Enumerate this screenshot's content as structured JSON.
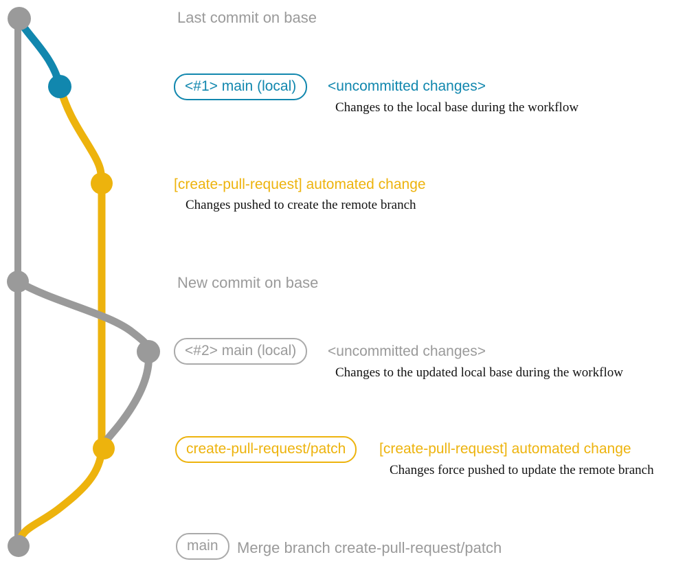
{
  "colors": {
    "gray": "#9a9a9a",
    "gray_text": "#9a9a9a",
    "gray_border": "#aaaaaa",
    "blue": "#1187ae",
    "yellow": "#edb30d",
    "note": "#121212",
    "background": "#ffffff"
  },
  "rows": {
    "r1": {
      "label": "Last commit on base"
    },
    "r2": {
      "badge": "<#1> main (local)",
      "tag": "<uncommitted changes>",
      "note": "Changes to the local base during the workflow"
    },
    "r3": {
      "title": "[create-pull-request] automated change",
      "note": "Changes pushed to create the remote branch"
    },
    "r4": {
      "label": "New commit on base"
    },
    "r5": {
      "badge": "<#2> main (local)",
      "tag": "<uncommitted changes>",
      "note": "Changes to the updated local base during the workflow"
    },
    "r6": {
      "badge": "create-pull-request/patch",
      "title": "[create-pull-request] automated change",
      "note": "Changes force pushed to update the remote branch"
    },
    "r7": {
      "badge": "main",
      "label": "Merge branch create-pull-request/patch"
    }
  },
  "graph": {
    "branch_colors": {
      "base": "#9a9a9a",
      "local": "#1187ae",
      "patch": "#edb30d"
    },
    "commits": [
      {
        "name": "last-commit-on-base",
        "color": "gray"
      },
      {
        "name": "local-uncommitted-1",
        "color": "blue"
      },
      {
        "name": "patch-commit-1",
        "color": "yellow"
      },
      {
        "name": "new-commit-on-base",
        "color": "gray"
      },
      {
        "name": "local-uncommitted-2",
        "color": "gray"
      },
      {
        "name": "patch-commit-2",
        "color": "yellow"
      },
      {
        "name": "merge-commit",
        "color": "gray"
      }
    ]
  }
}
